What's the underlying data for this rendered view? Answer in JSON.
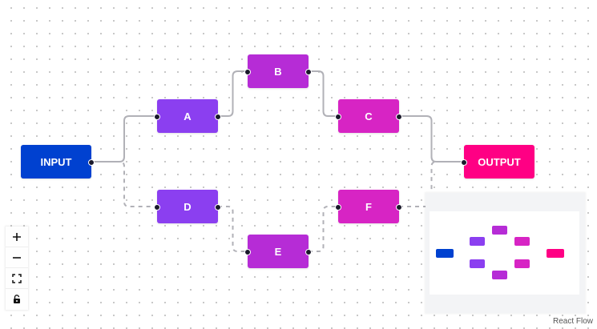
{
  "nodes": [
    {
      "id": "input",
      "label": "INPUT",
      "color": "#0041d0"
    },
    {
      "id": "a",
      "label": "A",
      "color": "#8b3ff0"
    },
    {
      "id": "b",
      "label": "B",
      "color": "#b62cd6"
    },
    {
      "id": "c",
      "label": "C",
      "color": "#d724c4"
    },
    {
      "id": "d",
      "label": "D",
      "color": "#8b3ff0"
    },
    {
      "id": "e",
      "label": "E",
      "color": "#b62cd6"
    },
    {
      "id": "f",
      "label": "F",
      "color": "#d724c4"
    },
    {
      "id": "output",
      "label": "OUTPUT",
      "color": "#ff0084"
    }
  ],
  "edges": [
    {
      "from": "input",
      "to": "a",
      "style": "solid"
    },
    {
      "from": "a",
      "to": "b",
      "style": "solid"
    },
    {
      "from": "b",
      "to": "c",
      "style": "solid"
    },
    {
      "from": "c",
      "to": "output",
      "style": "solid"
    },
    {
      "from": "input",
      "to": "d",
      "style": "dashed"
    },
    {
      "from": "d",
      "to": "e",
      "style": "dashed"
    },
    {
      "from": "e",
      "to": "f",
      "style": "dashed"
    },
    {
      "from": "f",
      "to": "output",
      "style": "dashed"
    }
  ],
  "controls": [
    {
      "name": "zoom-in-button",
      "icon": "plus-icon"
    },
    {
      "name": "zoom-out-button",
      "icon": "minus-icon"
    },
    {
      "name": "fit-view-button",
      "icon": "fit-view-icon"
    },
    {
      "name": "lock-button",
      "icon": "unlock-icon"
    }
  ],
  "minimap": {
    "background": "#f3f4f6",
    "viewport_color": "#ffffff"
  },
  "attribution": "React Flow",
  "colors": {
    "edge": "#b1b1b7",
    "handle": "#1a192b",
    "dots": "#b9b9b9"
  }
}
